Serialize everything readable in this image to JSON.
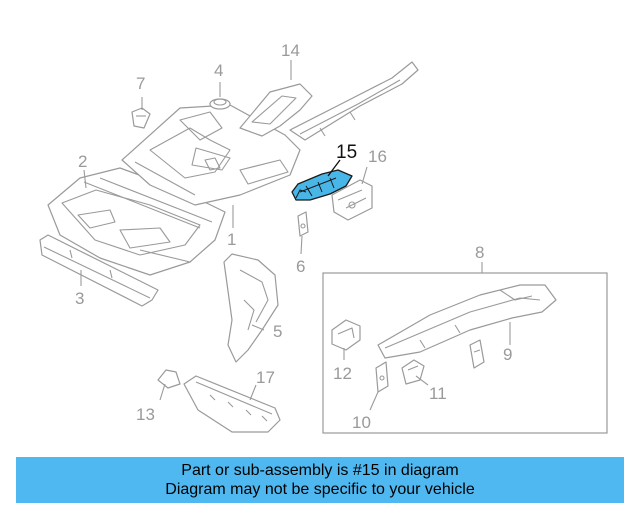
{
  "diagram": {
    "highlight_color": "#49b6e8",
    "callouts": {
      "c1": "1",
      "c2": "2",
      "c3": "3",
      "c4": "4",
      "c5": "5",
      "c6": "6",
      "c7": "7",
      "c8": "8",
      "c9": "9",
      "c10": "10",
      "c11": "11",
      "c12": "12",
      "c13": "13",
      "c14": "14",
      "c15": "15",
      "c16": "16",
      "c17": "17"
    },
    "highlighted_callout": "15"
  },
  "banner": {
    "color": "#4fb8f0",
    "line1": "Part or sub-assembly is #15 in diagram",
    "line2": "Diagram may not be specific to your vehicle"
  }
}
